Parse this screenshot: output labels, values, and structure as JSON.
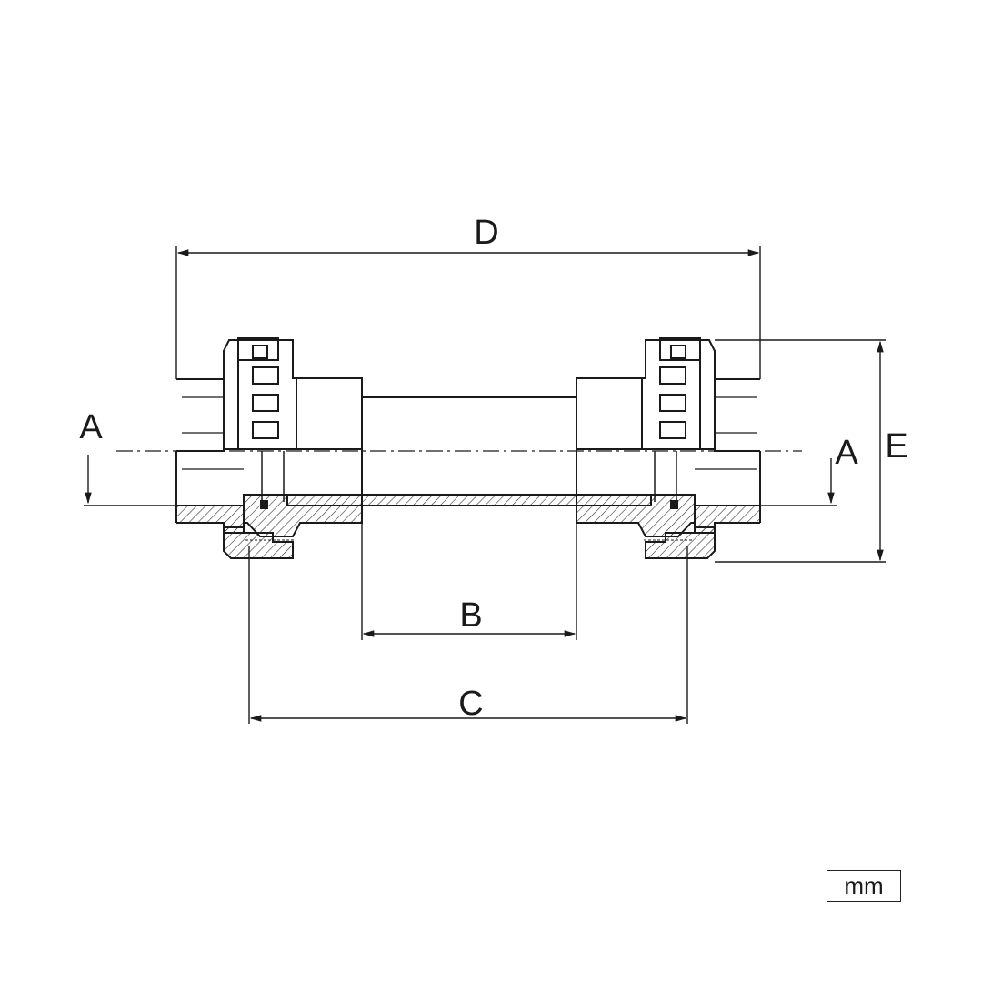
{
  "dimensions": {
    "a_left": "A",
    "a_right": "A",
    "b": "B",
    "c": "C",
    "d": "D",
    "e": "E"
  },
  "units": "mm",
  "colors": {
    "line": "#1a1a1a",
    "hatch": "#333333",
    "background": "#ffffff"
  }
}
